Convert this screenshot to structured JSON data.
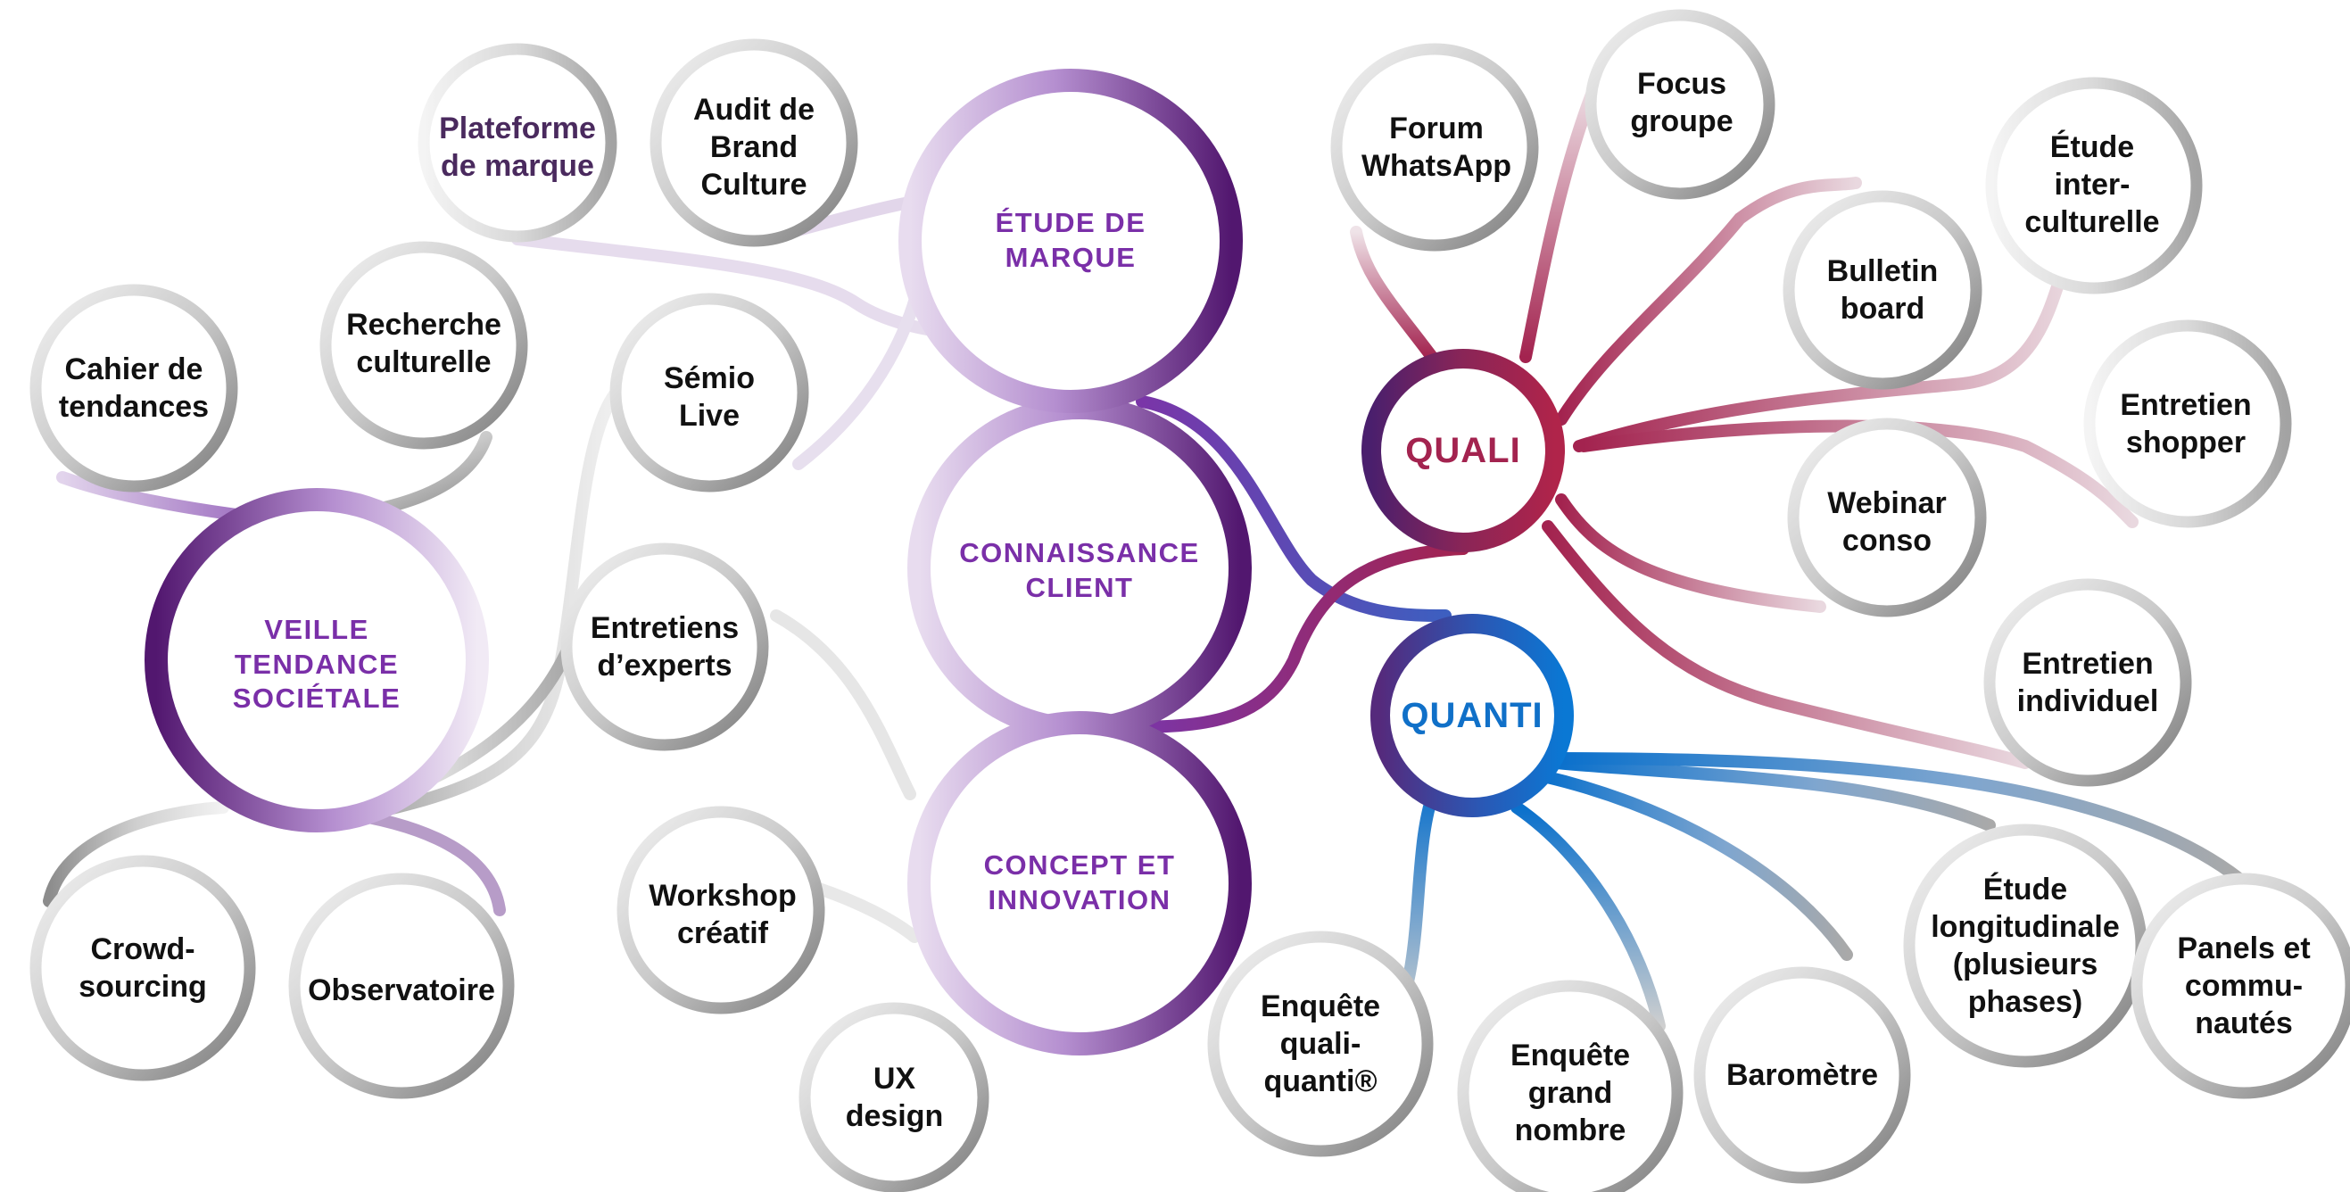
{
  "colors": {
    "purple": "#6a2b8c",
    "quali": "#a3234f",
    "quanti": "#1070c8",
    "grey": "#9a9a9a",
    "leaf_text": "#111111",
    "plateforme_text": "#4a2a5e"
  },
  "main_nodes": [
    {
      "id": "etude-de-marque",
      "label": "ÉTUDE DE\nMARQUE"
    },
    {
      "id": "connaissance-client",
      "label": "CONNAISSANCE\nCLIENT"
    },
    {
      "id": "concept-et-innovation",
      "label": "CONCEPT ET\nINNOVATION"
    },
    {
      "id": "veille-tendance-societale",
      "label": "VEILLE\nTENDANCE\nSOCIÉTALE"
    }
  ],
  "hubs": [
    {
      "id": "quali",
      "label": "QUALI"
    },
    {
      "id": "quanti",
      "label": "QUANTI"
    }
  ],
  "leaves": [
    {
      "id": "plateforme-de-marque",
      "label": "Plateforme\nde marque"
    },
    {
      "id": "audit-de-brand-culture",
      "label": "Audit de\nBrand\nCulture"
    },
    {
      "id": "recherche-culturelle",
      "label": "Recherche\nculturelle"
    },
    {
      "id": "cahier-de-tendances",
      "label": "Cahier de\ntendances"
    },
    {
      "id": "semio-live",
      "label": "Sémio\nLive"
    },
    {
      "id": "entretiens-dexperts",
      "label": "Entretiens\nd’experts"
    },
    {
      "id": "workshop-creatif",
      "label": "Workshop\ncréatif"
    },
    {
      "id": "ux-design",
      "label": "UX\ndesign"
    },
    {
      "id": "crowdsourcing",
      "label": "Crowd-\nsourcing"
    },
    {
      "id": "observatoire",
      "label": "Observatoire"
    },
    {
      "id": "forum-whatsapp",
      "label": "Forum\nWhatsApp"
    },
    {
      "id": "focus-groupe",
      "label": "Focus\ngroupe"
    },
    {
      "id": "etude-interculturelle",
      "label": "Étude\ninter-\nculturelle"
    },
    {
      "id": "bulletin-board",
      "label": "Bulletin\nboard"
    },
    {
      "id": "entretien-shopper",
      "label": "Entretien\nshopper"
    },
    {
      "id": "webinar-conso",
      "label": "Webinar\nconso"
    },
    {
      "id": "entretien-individuel",
      "label": "Entretien\nindividuel"
    },
    {
      "id": "etude-longitudinale",
      "label": "Étude\nlongitudinale\n(plusieurs\nphases)"
    },
    {
      "id": "panels-et-communautes",
      "label": "Panels et\ncommu-\nnautés"
    },
    {
      "id": "enquete-quali-quanti",
      "label": "Enquête\nquali-\nquanti®"
    },
    {
      "id": "enquete-grand-nombre",
      "label": "Enquête\ngrand\nnombre"
    },
    {
      "id": "barometre",
      "label": "Baromètre"
    }
  ]
}
